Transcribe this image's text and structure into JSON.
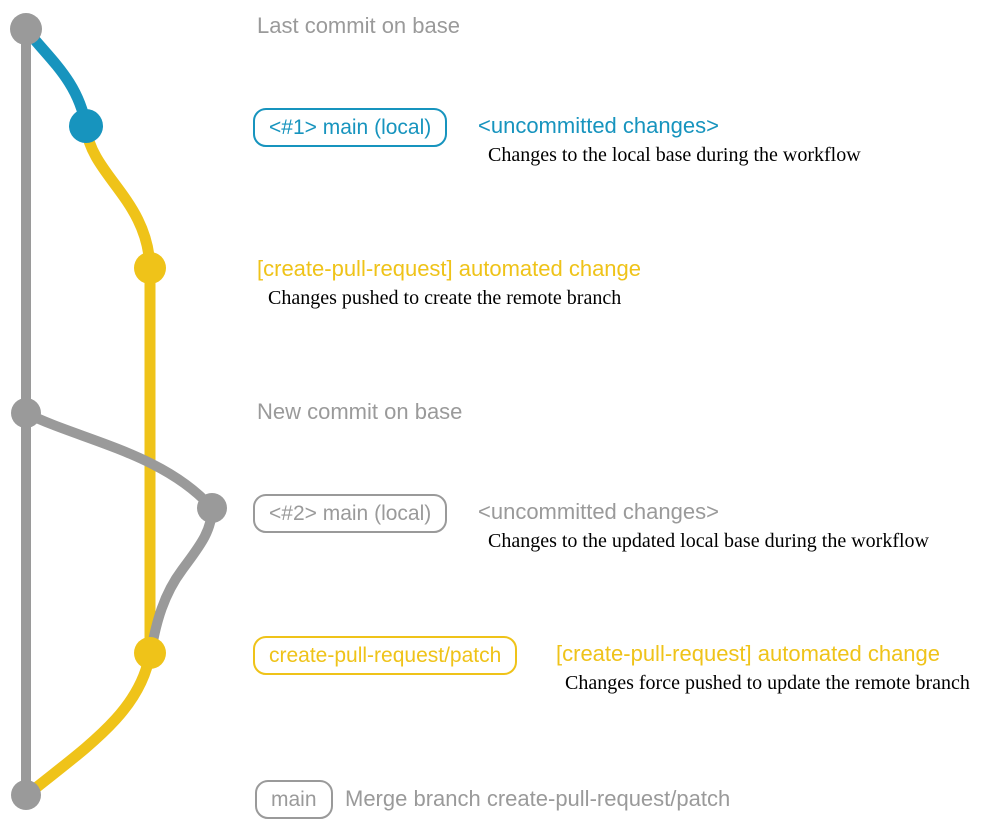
{
  "colors": {
    "gray": "#9a9a9a",
    "teal": "#1794be",
    "yellow": "#efc319",
    "description_text": "#000000",
    "background": "#ffffff"
  },
  "graph": {
    "nodes": [
      {
        "id": "last-commit-on-base",
        "color": "gray"
      },
      {
        "id": "local-main-1",
        "color": "teal"
      },
      {
        "id": "patch-branch-commit-1",
        "color": "yellow"
      },
      {
        "id": "new-commit-on-base",
        "color": "gray"
      },
      {
        "id": "local-main-2",
        "color": "gray"
      },
      {
        "id": "patch-branch-commit-2",
        "color": "yellow"
      },
      {
        "id": "merge-commit",
        "color": "gray"
      }
    ],
    "branches": [
      {
        "id": "base-branch",
        "color": "gray"
      },
      {
        "id": "local-main-branch",
        "color": "teal"
      },
      {
        "id": "create-pull-request-patch-branch",
        "color": "yellow"
      }
    ]
  },
  "annotations": {
    "last_commit": {
      "title": "Last commit on base"
    },
    "state1": {
      "branch_label": "<#1> main (local)",
      "status": "<uncommitted changes>",
      "description": "Changes to the local base during the workflow"
    },
    "push1": {
      "title": "[create-pull-request] automated change",
      "description": "Changes pushed to create the remote branch"
    },
    "new_commit": {
      "title": "New commit on base"
    },
    "state2": {
      "branch_label": "<#2> main (local)",
      "status": "<uncommitted changes>",
      "description": "Changes to the updated local base during the workflow"
    },
    "push2": {
      "branch_label": "create-pull-request/patch",
      "title": "[create-pull-request] automated change",
      "description": "Changes force pushed to update the remote branch"
    },
    "merge": {
      "branch_label": "main",
      "title": "Merge branch create-pull-request/patch"
    }
  }
}
